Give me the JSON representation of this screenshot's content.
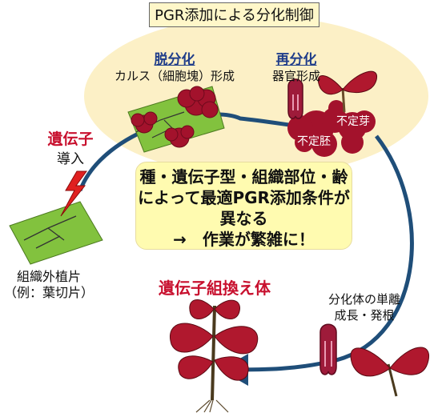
{
  "title": "PGR添加による分化制御",
  "dedifferentiation": {
    "heading": "脱分化",
    "sub": "カルス（細胞塊）形成"
  },
  "redifferentiation": {
    "heading": "再分化",
    "sub": "器官形成"
  },
  "callus_labels": {
    "shoot": "不定芽",
    "embryo": "不定胚"
  },
  "gene_intro": {
    "line1": "遺伝子",
    "line2": "導入"
  },
  "explant": {
    "line1": "組織外植片",
    "line2": "（例：葉切片）"
  },
  "note": {
    "line1": "種・遺伝子型・組織部位・齢",
    "line2": "によって最適PGR添加条件が",
    "line3": "異なる",
    "line4": "→　作業が繁雑に！"
  },
  "transgenic": "遺伝子組換え体",
  "isolation": {
    "line1": "分化体の単離",
    "line2": "成長・発根"
  },
  "colors": {
    "background_ellipse": "#fcf0c6",
    "note_box": "#fffbb0",
    "cycle_arrow": "#1f4e79",
    "leaf": "#b0182e",
    "callus": "#a3122c",
    "explant_green": "#82c23e",
    "highlight_red": "#c8102e",
    "heading_blue": "#1f3d8a"
  },
  "icons": [
    "lightning-bolt-icon",
    "plant-icon",
    "callus-icon",
    "shoot-icon"
  ]
}
